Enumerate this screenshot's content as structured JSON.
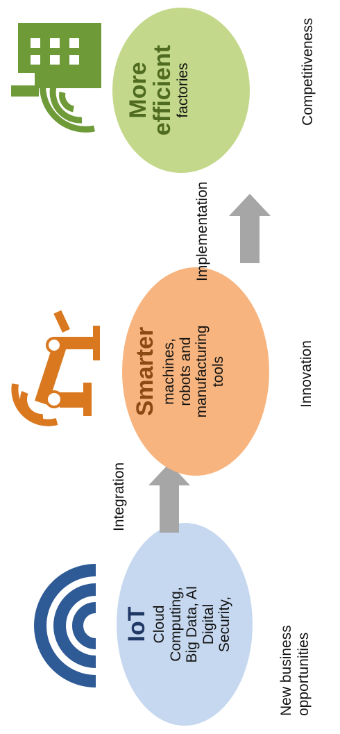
{
  "colors": {
    "iot_fill": "#c6d8ef",
    "smarter_fill": "#f7b47e",
    "efficient_fill": "#c3d88a",
    "iot_title": "#1f3864",
    "smarter_title": "#8a4a12",
    "efficient_title": "#4e6b1f",
    "arrow": "#a6a6a6",
    "wifi_blue": "#2e5a96",
    "robot_orange": "#d9781f",
    "factory_green": "#6f9a38"
  },
  "stages": [
    {
      "title": "IoT",
      "lines": [
        "Cloud",
        "Computing,",
        "Big Data, AI",
        "Digital",
        "Security,"
      ],
      "caption": [
        "New business",
        "opportunities"
      ],
      "icon": "wifi-signal-icon"
    },
    {
      "title": "Smarter",
      "lines": [
        "machines,",
        "robots and",
        "manufacturing",
        "tools"
      ],
      "caption": [
        "Innovation"
      ],
      "icon": "robot-arm-icon"
    },
    {
      "title": [
        "More",
        "efficient"
      ],
      "lines": [
        "factories"
      ],
      "caption": [
        "Competitiveness"
      ],
      "icon": "factory-icon"
    }
  ],
  "arrows": [
    {
      "label": "Integration",
      "icon": "up-arrow-icon"
    },
    {
      "label": "Implementation",
      "icon": "up-arrow-icon"
    }
  ]
}
